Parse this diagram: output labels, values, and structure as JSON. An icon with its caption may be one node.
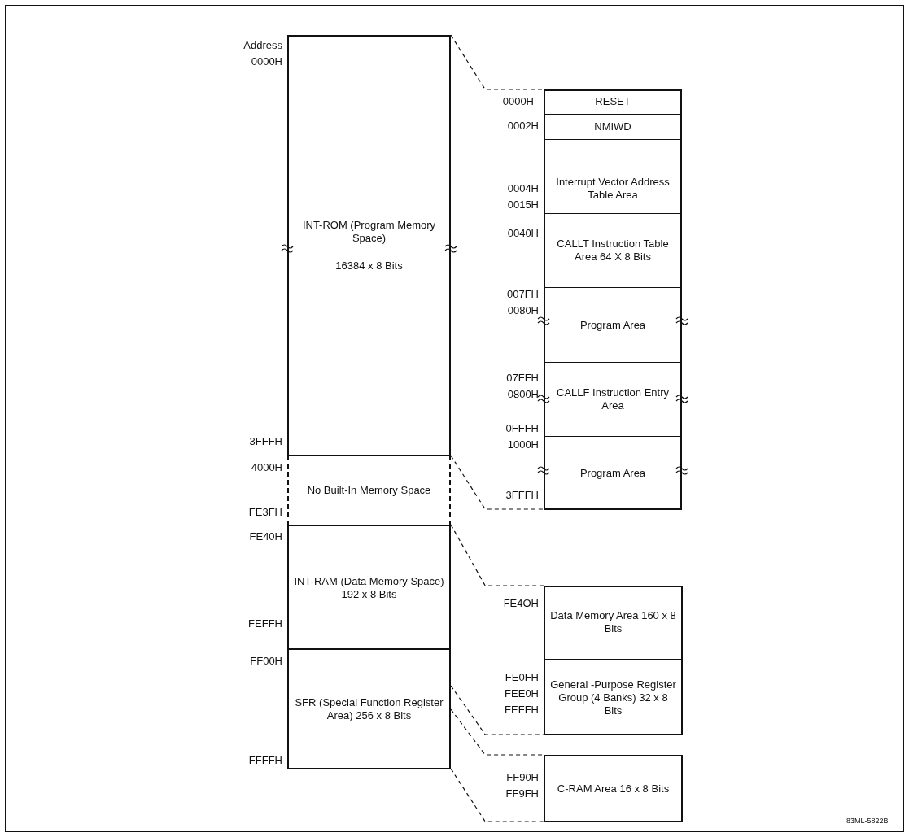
{
  "diagram": {
    "nodes": [
      {
        "text": [
          "INT-ROM (Program Memory Space)",
          "16384 x 8 Bits"
        ],
        "beside": [
          "Address",
          "0000H",
          "3FFFH"
        ]
      },
      {
        "text": [
          "No Built-In Memory Space"
        ],
        "beside": [
          "4000H",
          "FE3FH"
        ]
      },
      {
        "text": [
          "INT-RAM (Data Memory Space) 192 x 8 Bits"
        ],
        "beside": [
          "FE40H",
          "FEFFH"
        ]
      },
      {
        "text": [
          "SFR (Special Function Register Area) 256 x 8 Bits"
        ],
        "beside": [
          "FF00H",
          "FFFFH"
        ]
      },
      {
        "text": [],
        "shape": "box"
      },
      {
        "text": [
          "RESET"
        ],
        "in": 4
      },
      {
        "text": [
          "NMIWD"
        ],
        "in": 4,
        "beside": [
          "0002H"
        ]
      },
      {
        "text": [],
        "shape": "box",
        "in": 4
      },
      {
        "text": [
          "Interrupt Vector Address Table Area"
        ],
        "in": 4,
        "beside": [
          "0004H",
          "0015H"
        ]
      },
      {
        "text": [
          "CALLT Instruction Table Area 64 X 8 Bits"
        ],
        "in": 4,
        "beside": [
          "0040H"
        ]
      },
      {
        "text": [
          "Program Area"
        ],
        "in": 4,
        "beside": [
          "007FH",
          "0080H"
        ]
      },
      {
        "text": [
          "CALLF Instruction Entry Area"
        ],
        "in": 4,
        "beside": [
          "07FFH",
          "0800H"
        ]
      },
      {
        "text": [
          "Program Area"
        ],
        "in": 4,
        "beside": [
          "0FFFH",
          "1000H",
          "3FFFH"
        ]
      },
      {
        "text": [],
        "shape": "box"
      },
      {
        "text": [
          "Data Memory Area 160 x 8 Bits"
        ],
        "in": 13,
        "beside": [
          "FE4OH"
        ]
      },
      {
        "text": [
          "General -Purpose Register Group (4 Banks) 32 x 8 Bits"
        ],
        "in": 13,
        "beside": [
          "FE0FH",
          "FEE0H",
          "FEFFH"
        ]
      },
      {
        "text": [
          "C-RAM Area 16 x 8 Bits"
        ],
        "beside": [
          "FF90H",
          "FF9FH"
        ]
      }
    ],
    "edges": [
      {
        "from": 0,
        "to": 4,
        "arrow": "none",
        "style": "dashed"
      },
      {
        "from": 0,
        "to": 4,
        "arrow": "none",
        "style": "dashed"
      },
      {
        "from": 2,
        "to": 13,
        "arrow": "none",
        "style": "dashed"
      },
      {
        "from": 3,
        "to": 13,
        "arrow": "none",
        "style": "dashed"
      },
      {
        "from": 3,
        "to": 16,
        "arrow": "none",
        "style": "dashed"
      },
      {
        "from": 3,
        "to": 16,
        "arrow": "none",
        "style": "dashed"
      }
    ],
    "labels": [
      "0000H",
      "83ML-5822B"
    ]
  }
}
